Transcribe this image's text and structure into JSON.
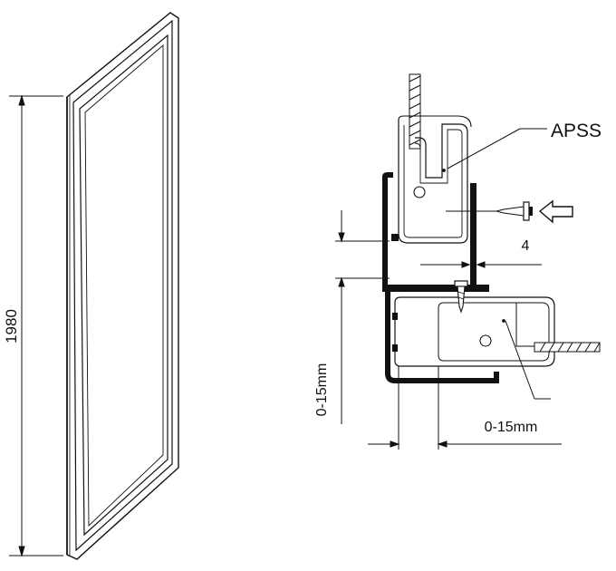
{
  "panel": {
    "height_label": "1980"
  },
  "detail": {
    "profile_label": "APSS",
    "gap_label": "4",
    "vertical_adjust_label": "0-15mm",
    "horizontal_adjust_label": "0-15mm"
  },
  "colors": {
    "line": "#111111",
    "profile_fill": "#111111",
    "background": "#ffffff"
  }
}
